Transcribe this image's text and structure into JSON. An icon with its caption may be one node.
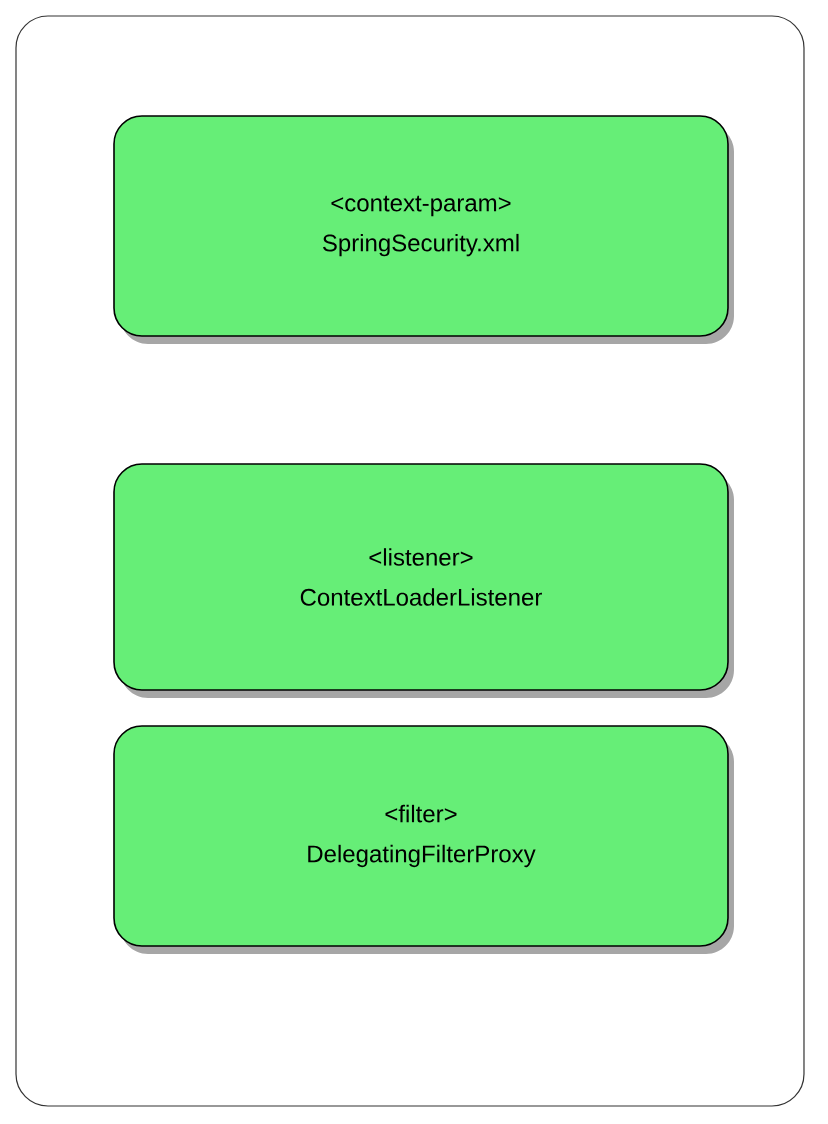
{
  "diagram": {
    "nodes": [
      {
        "text": [],
        "shape": "box"
      },
      {
        "text": [
          "<context-param>",
          "SpringSecurity.xml"
        ],
        "in": 0
      },
      {
        "text": [
          "<listener>",
          "ContextLoaderListener"
        ],
        "in": 0
      },
      {
        "text": [
          "<filter>",
          "DelegatingFilterProxy"
        ],
        "in": 0
      }
    ]
  }
}
